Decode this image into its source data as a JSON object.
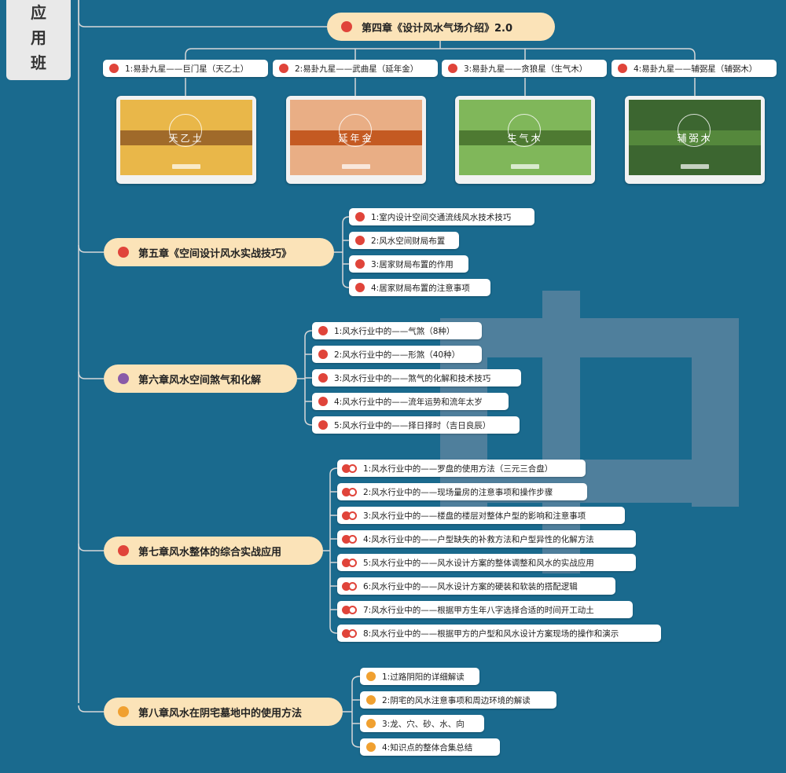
{
  "side_label": [
    "应",
    "用",
    "班"
  ],
  "watermark_glyph": "中",
  "colors": {
    "background": "#1a6a8e",
    "pill": "#fbe3b8",
    "dot_red": "#e0443a",
    "line": "#d8d8d8"
  },
  "ch4": {
    "title": "第四章《设计风水气场介绍》2.0",
    "items": [
      {
        "label": "1:易卦九星——巨门星（天乙土）",
        "card": "天乙土",
        "card_color": "#e9b749",
        "band_color": "#a06a2a"
      },
      {
        "label": "2:易卦九星——武曲星（延年金）",
        "card": "延年金",
        "card_color": "#e9ae85",
        "band_color": "#c45a22"
      },
      {
        "label": "3:易卦九星——贪狼星（生气木）",
        "card": "生气木",
        "card_color": "#80b75a",
        "band_color": "#4e7a32"
      },
      {
        "label": "4:易卦九星——辅弼星（辅弼木）",
        "card": "辅弼木",
        "card_color": "#3c6630",
        "band_color": "#55883c"
      }
    ]
  },
  "ch5": {
    "title": "第五章《空间设计风水实战技巧》",
    "items": [
      "1:室内设计空间交通流线风水技术技巧",
      "2:风水空间财局布置",
      "3:居家财局布置的作用",
      "4:居家财局布置的注意事项"
    ]
  },
  "ch6": {
    "title": "第六章风水空间煞气和化解",
    "items": [
      "1:风水行业中的——气煞（8种）",
      "2:风水行业中的——形煞（40种）",
      "3:风水行业中的——煞气的化解和技术技巧",
      "4:风水行业中的——流年运势和流年太岁",
      "5:风水行业中的——择日择时（吉日良辰）"
    ]
  },
  "ch7": {
    "title": "第七章风水整体的综合实战应用",
    "items": [
      "1:风水行业中的——罗盘的使用方法（三元三合盘）",
      "2:风水行业中的——现场量房的注意事项和操作步骤",
      "3:风水行业中的——楼盘的楼层对整体户型的影响和注意事项",
      "4:风水行业中的——户型缺失的补救方法和户型异性的化解方法",
      "5:风水行业中的——风水设计方案的整体调整和风水的实战应用",
      "6:风水行业中的——风水设计方案的硬装和软装的搭配逻辑",
      "7:风水行业中的——根据甲方生年八字选择合适的时间开工动土",
      "8:风水行业中的——根据甲方的户型和风水设计方案现场的操作和演示"
    ]
  },
  "ch8": {
    "title": "第八章风水在阴宅墓地中的使用方法",
    "items": [
      "1:过路阴阳的详细解读",
      "2:阴宅的风水注意事项和周边环境的解读",
      "3:龙、穴、砂、水、向",
      "4:知识点的整体合集总结"
    ]
  }
}
